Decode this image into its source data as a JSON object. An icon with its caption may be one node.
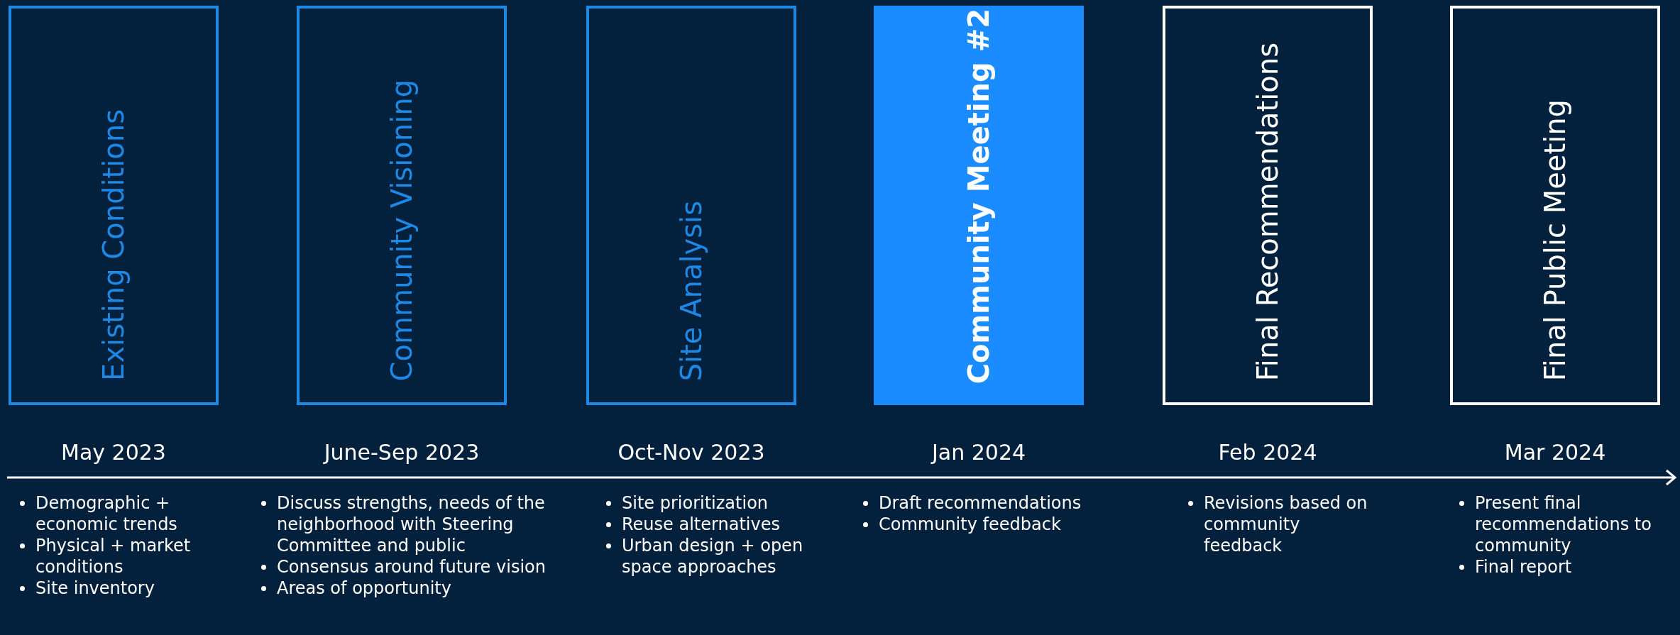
{
  "diagram": {
    "nodes": [
      {
        "text": [
          "Existing Conditions"
        ],
        "beside": [
          "May 2023",
          "Demographic + economic trends",
          "Physical + market conditions",
          "Site inventory"
        ]
      },
      {
        "text": [
          "Community Visioning"
        ],
        "beside": [
          "June-Sep 2023",
          "Discuss strengths, needs of the neighborhood with Steering Committee  and public",
          "Consensus around future vision",
          "Areas of opportunity"
        ]
      },
      {
        "text": [
          "Site Analysis"
        ],
        "beside": [
          "Oct-Nov 2023",
          "Site prioritization",
          "Reuse alternatives",
          "Urban design + open space approaches"
        ]
      },
      {
        "text": [
          "Community Meeting #2"
        ],
        "beside": [
          "Jan 2024",
          "Draft recommendations",
          "Community  feedback"
        ]
      },
      {
        "text": [
          "Final Recommendations"
        ],
        "beside": [
          "Feb 2024",
          "Revisions based on community feedback"
        ]
      },
      {
        "text": [
          "Final Public Meeting"
        ],
        "beside": [
          "Mar 2024",
          "Present final recommendations to community",
          "Final report"
        ]
      }
    ],
    "edges": []
  }
}
